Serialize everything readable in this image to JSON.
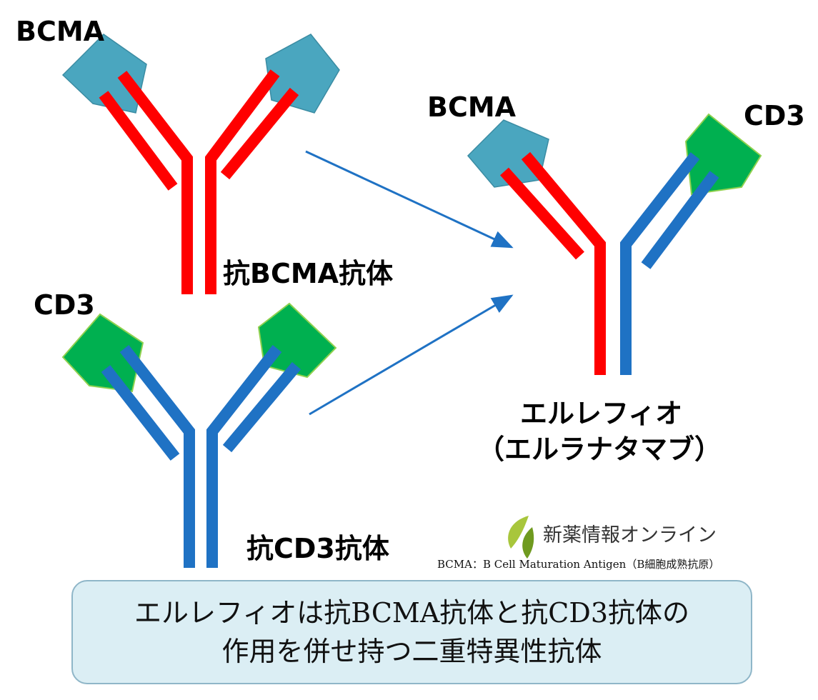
{
  "labels": {
    "bcma_top_left": "BCMA",
    "cd3_left": "CD3",
    "bcma_right": "BCMA",
    "cd3_right": "CD3",
    "anti_bcma": "抗BCMA抗体",
    "anti_cd3": "抗CD3抗体",
    "product_name": "エルレフィオ",
    "generic_name": "（エルラナタマブ）"
  },
  "logo": {
    "text": "新薬情報オンライン",
    "icon": "leaf-logo-icon"
  },
  "footnote": "BCMA：B Cell Maturation Antigen（B細胞成熟抗原）",
  "caption": {
    "line1": "エルレフィオは抗BCMA抗体と抗CD3抗体の",
    "line2": "作用を併せ持つ二重特異性抗体"
  },
  "colors": {
    "bcma_antigen": "#4aa6bf",
    "cd3_antigen": "#00b050",
    "anti_bcma_chain": "#ff0000",
    "anti_cd3_chain": "#1f72c4",
    "arrow": "#1f72c4",
    "caption_bg": "#dbeef4"
  }
}
